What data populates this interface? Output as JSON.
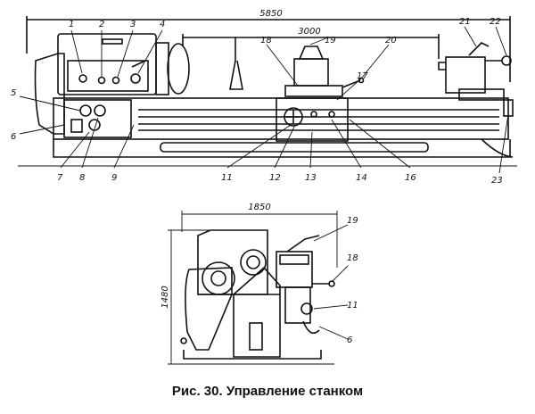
{
  "top_view": {
    "dimensions": {
      "overall": "5850",
      "between_centers": "3000"
    },
    "labels": [
      "1",
      "2",
      "3",
      "4",
      "5",
      "6",
      "7",
      "8",
      "9",
      "11",
      "12",
      "13",
      "14",
      "16",
      "17",
      "18",
      "19",
      "20",
      "21",
      "22",
      "23"
    ]
  },
  "side_view": {
    "dimensions": {
      "width": "1850",
      "height": "1480"
    },
    "labels": [
      "19",
      "18",
      "11",
      "6"
    ]
  },
  "caption": "Рис. 30. Управление станком"
}
